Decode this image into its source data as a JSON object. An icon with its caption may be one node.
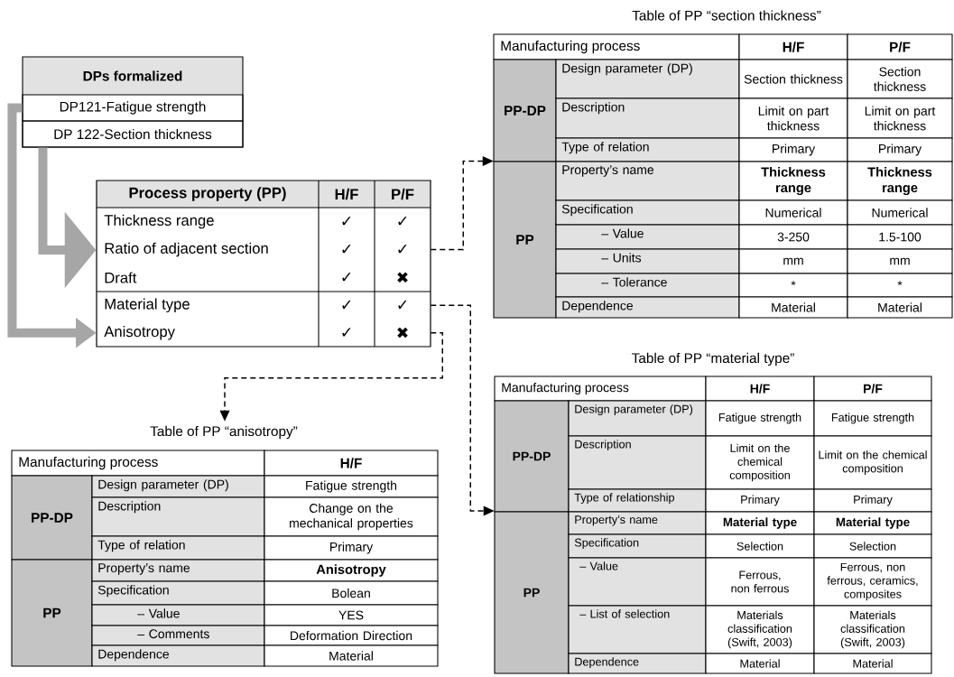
{
  "diagram": {
    "nodes": [
      {
        "text": [
          "DPs formalized"
        ]
      },
      {
        "text": [
          "DP121-Fatigue strength"
        ],
        "in": 0
      },
      {
        "text": [
          "DP 122-Section thickness"
        ],
        "in": 0
      },
      {
        "text": [
          "Process property (PP)",
          "H/F",
          "P/F"
        ]
      },
      {
        "text": [
          "Thickness range",
          "✓",
          "✓"
        ],
        "in": 3
      },
      {
        "text": [
          "Ratio of adjacent section",
          "✓",
          "✓"
        ],
        "in": 3
      },
      {
        "text": [
          "Draft",
          "✓",
          "✖"
        ],
        "in": 3
      },
      {
        "text": [
          "Material  type",
          "✓",
          "✓"
        ],
        "in": 3
      },
      {
        "text": [
          "Anisotropy",
          "✓",
          "✖"
        ],
        "in": 3
      },
      {
        "text": [
          "Table of PP “section thickness”",
          "Manufacturing process",
          "H/F",
          "P/F",
          "PP-DP",
          "Design parameter (DP)",
          "Section thickness",
          "Section thickness",
          "Description",
          "Limit on part thickness",
          "Limit on part thickness",
          "Type of relation",
          "Primary",
          "Primary",
          "PP",
          "Property’s name",
          "Thickness range",
          "Thickness range",
          "Specification",
          "Numerical",
          "Numerical",
          "– Value",
          "3-250",
          "1.5-100",
          "– Units",
          "mm",
          "mm",
          "– Tolerance",
          "*",
          "*",
          "Dependence",
          "Material",
          "Material"
        ]
      },
      {
        "text": [
          "Table of PP “material type”",
          "Manufacturing process",
          "H/F",
          "P/F",
          "PP-DP",
          "Design parameter (DP)",
          "Fatigue strength",
          "Fatigue strength",
          "Description",
          "Limit on the chemical composition",
          "Limit on the chemical composition",
          "Type of relationship",
          "Primary",
          "Primary",
          "PP",
          "Property’s name",
          "Material type",
          "Material type",
          "Specification",
          "Selection",
          "Selection",
          "– Value",
          "Ferrous, non ferrous",
          "Ferrous, non ferrous, ceramics, composites",
          "– List of selection",
          "Materials classification (Swift, 2003)",
          "Materials classification (Swift, 2003)",
          "Dependence",
          "Material",
          "Material"
        ]
      },
      {
        "text": [
          "Table of PP “anisotropy”",
          "Manufacturing process",
          "H/F",
          "PP-DP",
          "Design parameter (DP)",
          "Fatigue strength",
          "Description",
          "Change on the mechanical properties",
          "Type of relation",
          "Primary",
          "PP",
          "Property’s name",
          "Anisotropy",
          "Specification",
          "Bolean",
          "– Value",
          "YES",
          "– Comments",
          "Deformation Direction",
          "Dependence",
          "Material"
        ]
      }
    ],
    "edges": [
      {
        "from": 1,
        "to": 8,
        "arrow": "to",
        "style": "thick",
        "color": "#a6a6a6"
      },
      {
        "from": 2,
        "to": 3,
        "arrow": "to",
        "style": "thick",
        "color": "#a6a6a6"
      },
      {
        "from": 5,
        "to": 9,
        "arrow": "to",
        "style": "dashed"
      },
      {
        "from": 7,
        "to": 10,
        "arrow": "to",
        "style": "dashed"
      },
      {
        "from": 8,
        "to": 11,
        "arrow": "to",
        "style": "dashed"
      }
    ]
  }
}
